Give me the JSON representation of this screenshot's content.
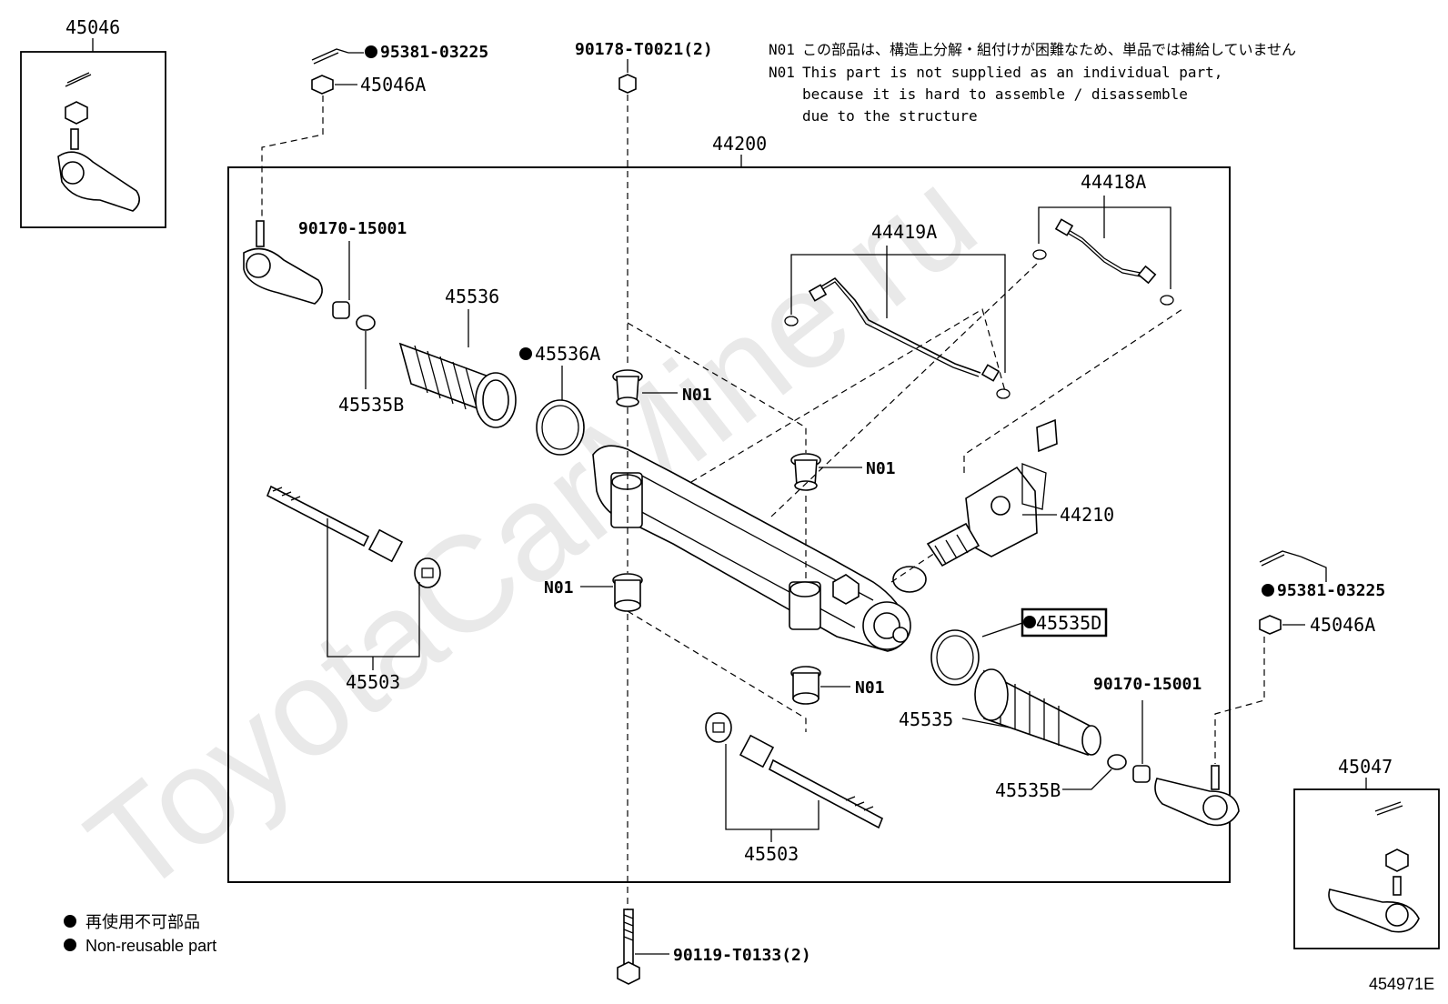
{
  "watermark": "ToyotaCarMine.ru",
  "diagram_code": "454971E",
  "notes": {
    "n01_tag": "N01",
    "n01_jp": "この部品は、構造上分解・組付けが困難なため、単品では補給していません",
    "n01_en_1": "This part is not supplied as an individual part,",
    "n01_en_2": "because it is hard to assemble / disassemble",
    "n01_en_3": "due to the structure"
  },
  "legend": {
    "jp": "再使用不可部品",
    "en": "Non-reusable part"
  },
  "labels": {
    "p45046": "45046",
    "p45047": "45047",
    "p95381_left": "95381-03225",
    "p95381_right": "95381-03225",
    "p45046A_left": "45046A",
    "p45046A_right": "45046A",
    "p90178": "90178-T0021(2)",
    "p44200": "44200",
    "p90170_left": "90170-15001",
    "p90170_right": "90170-15001",
    "p45536": "45536",
    "p45536A": "45536A",
    "p45535B_left": "45535B",
    "p45535B_right": "45535B",
    "p44419A": "44419A",
    "p44418A": "44418A",
    "p44210": "44210",
    "p45503_left": "45503",
    "p45503_right": "45503",
    "p45535D": "45535D",
    "p45535": "45535",
    "p90119": "90119-T0133(2)",
    "n01_a": "N01",
    "n01_b": "N01",
    "n01_c": "N01",
    "n01_d": "N01"
  },
  "highlighted_part": "45535D"
}
